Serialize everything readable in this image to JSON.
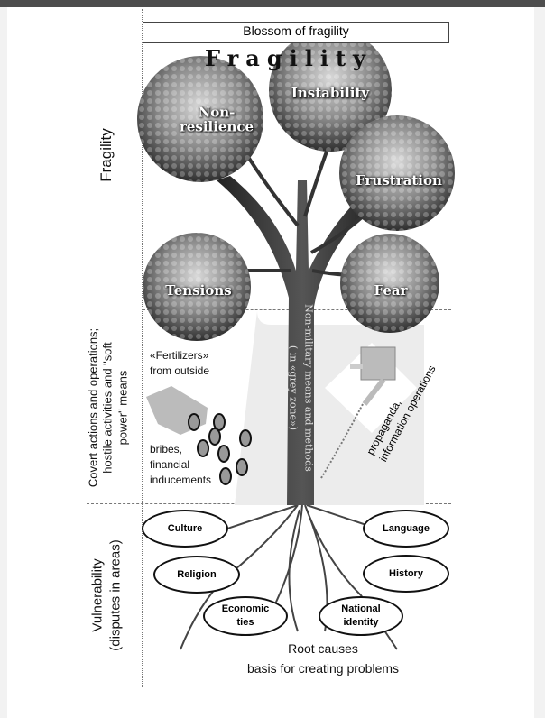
{
  "title": "Blossom of fragility",
  "banner": "Fragility",
  "side_labels": {
    "top": "Fragility",
    "middle": [
      "Covert actions and operations;",
      "hostile activities and \"soft",
      "power\" means"
    ],
    "bottom": [
      "Vulnerability",
      "(disputes in areas)"
    ]
  },
  "canopy": {
    "non_resilience": "Non-\nresilience",
    "instability": "Instability",
    "frustration": "Frustration",
    "tensions": "Tensions",
    "fear": "Fear"
  },
  "trunk": {
    "line1": "Non-military means and methods",
    "line2": "( in «grey zone»)"
  },
  "fertilizers": [
    "«Fertilizers»",
    "from outside"
  ],
  "bribes": [
    "bribes,",
    "financial",
    "inducements"
  ],
  "propaganda": [
    "propaganda,",
    "information operations"
  ],
  "roots": {
    "culture": "Culture",
    "language": "Language",
    "religion": "Religion",
    "history": "History",
    "economic_ties": "Economic ties",
    "national_identity": "National identity"
  },
  "root_causes": {
    "line1": "Root causes",
    "line2": "basis for creating problems"
  }
}
